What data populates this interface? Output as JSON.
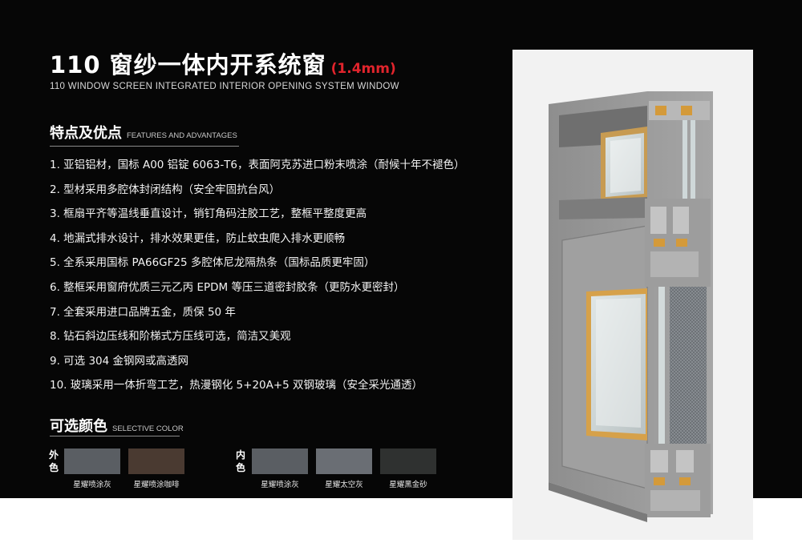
{
  "header": {
    "title": "110 窗纱一体内开系统窗",
    "title_spec": "(1.4mm)",
    "subtitle": "110 WINDOW SCREEN INTEGRATED INTERIOR OPENING SYSTEM WINDOW"
  },
  "features_section": {
    "title": "特点及优点",
    "title_en": "FEATURES AND ADVANTAGES",
    "items": [
      "1. 亚铝铝材，国标 A00 铝锭 6063-T6，表面阿克苏进口粉末喷涂（耐候十年不褪色）",
      "2. 型材采用多腔体封闭结构（安全牢固抗台风）",
      "3. 框扇平齐等温线垂直设计，销钉角码注胶工艺，整框平整度更高",
      "4. 地漏式排水设计，排水效果更佳，防止蚊虫爬入排水更顺畅",
      "5. 全系采用国标 PA66GF25 多腔体尼龙隔热条（国标品质更牢固）",
      "6. 整框采用窗府优质三元乙丙 EPDM 等压三道密封胶条（更防水更密封）",
      "7. 全套采用进口品牌五金，质保 50 年",
      "8. 钻石斜边压线和阶梯式方压线可选，简洁又美观",
      "9. 可选 304 金钢网或高透网",
      "10. 玻璃采用一体折弯工艺，热漫钢化 5+20A+5 双钢玻璃（安全采光通透）"
    ]
  },
  "colors_section": {
    "title": "可选颜色",
    "title_en": "SELECTIVE COLOR",
    "exterior": {
      "label_1": "外",
      "label_2": "色",
      "swatches": [
        {
          "name": "星耀喷涂灰",
          "color": "#5a5e63"
        },
        {
          "name": "星耀喷涂咖啡",
          "color": "#4a3a31"
        }
      ]
    },
    "interior": {
      "label_1": "内",
      "label_2": "色",
      "swatches": [
        {
          "name": "星耀喷涂灰",
          "color": "#5a5e63"
        },
        {
          "name": "星耀太空灰",
          "color": "#6a6e74"
        },
        {
          "name": "星耀黑金砂",
          "color": "#2f3130"
        }
      ]
    }
  },
  "colors": {
    "background_dark": "#060606",
    "accent_red": "#e0242c",
    "frame_grey": "#9a9a9a",
    "frame_orange": "#d49a3a"
  },
  "product_image": {
    "icon": "window-cross-section-illustration"
  }
}
